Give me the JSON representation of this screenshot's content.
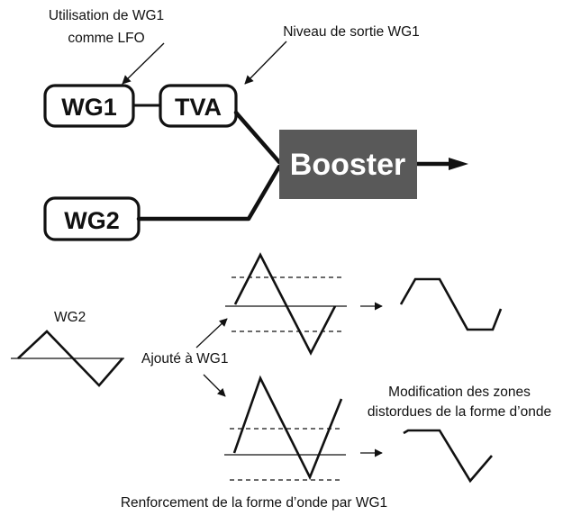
{
  "labels": {
    "wg1_lfo_line1": "Utilisation de WG1",
    "wg1_lfo_line2": "comme LFO",
    "wg1_output_level": "Niveau de sortie WG1",
    "wg2_wave": "WG2",
    "added_to_wg1": "Ajouté à WG1",
    "distortion_line1": "Modification des zones",
    "distortion_line2": "distordues de la forme d’onde",
    "reinforcement": "Renforcement de la forme d’onde par WG1"
  },
  "blocks": {
    "wg1": "WG1",
    "tva": "TVA",
    "wg2": "WG2",
    "booster": "Booster"
  },
  "colors": {
    "stroke": "#111111",
    "booster_fill": "#595959",
    "booster_text": "#ffffff"
  }
}
